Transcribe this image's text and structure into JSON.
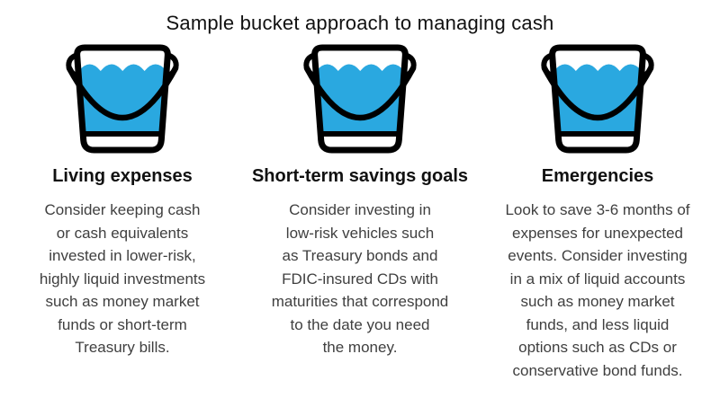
{
  "title": "Sample bucket approach to managing cash",
  "colors": {
    "water": "#2AA8E0",
    "outline": "#000000",
    "heading_text": "#111111",
    "body_text": "#3f3f3f"
  },
  "buckets": [
    {
      "icon": "bucket-water-icon",
      "heading": "Living expenses",
      "description": "Consider keeping cash\nor cash equivalents\ninvested in lower-risk,\nhighly liquid investments\nsuch as money market\nfunds or short-term\nTreasury bills."
    },
    {
      "icon": "bucket-water-icon",
      "heading": "Short-term savings goals",
      "description": "Consider investing in\nlow-risk vehicles such\nas Treasury bonds and\nFDIC-insured CDs with\nmaturities that correspond\nto the date you need\nthe money."
    },
    {
      "icon": "bucket-water-icon",
      "heading": "Emergencies",
      "description": "Look to save 3-6 months of\nexpenses for unexpected\nevents. Consider investing\nin a mix of liquid accounts\nsuch as money market\nfunds, and less liquid\noptions such as CDs or\nconservative bond funds."
    }
  ]
}
